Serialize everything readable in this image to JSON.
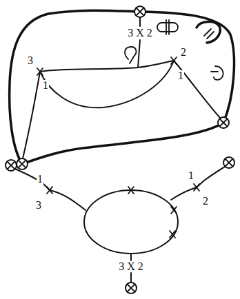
{
  "diagram": {
    "labels": [
      "3 X 2",
      "3",
      "1",
      "2",
      "1",
      "1",
      "3",
      "1",
      "2",
      "3 X 2"
    ]
  }
}
